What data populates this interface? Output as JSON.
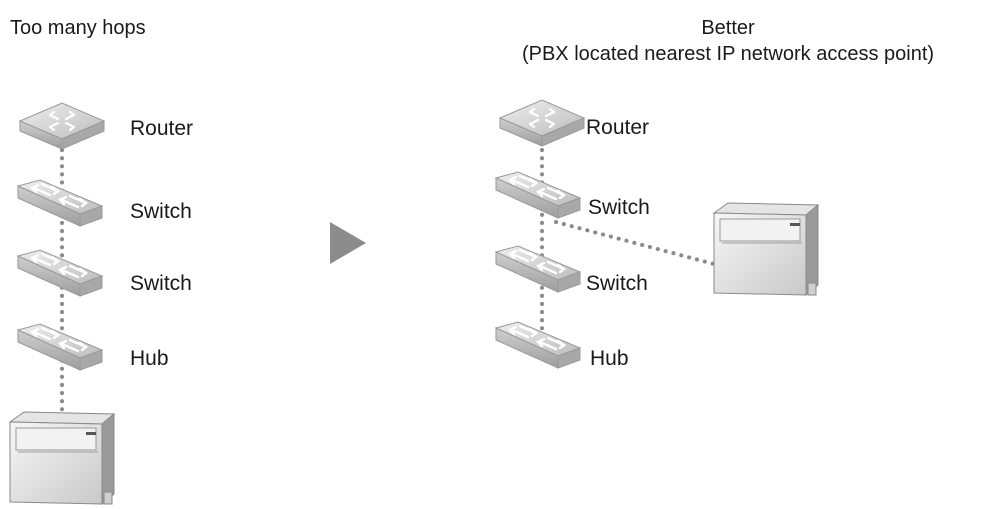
{
  "left_panel": {
    "title": "Too many hops",
    "devices": [
      {
        "type": "router",
        "label": "Router"
      },
      {
        "type": "switch",
        "label": "Switch"
      },
      {
        "type": "switch",
        "label": "Switch"
      },
      {
        "type": "hub",
        "label": "Hub"
      },
      {
        "type": "pbx",
        "label": ""
      }
    ]
  },
  "right_panel": {
    "title_line1": "Better",
    "title_line2": "(PBX located nearest IP network access point)",
    "devices": [
      {
        "type": "router",
        "label": "Router"
      },
      {
        "type": "switch",
        "label": "Switch"
      },
      {
        "type": "switch",
        "label": "Switch"
      },
      {
        "type": "hub",
        "label": "Hub"
      },
      {
        "type": "pbx",
        "label": ""
      }
    ]
  },
  "colors": {
    "link_dots": "#8a8a8a",
    "device_top": "#d9d9d9",
    "device_side": "#b8b8b8",
    "arrow": "#8c8c8c"
  },
  "icons": [
    "router-icon",
    "switch-icon",
    "hub-icon",
    "pbx-icon",
    "arrow-right-icon"
  ]
}
